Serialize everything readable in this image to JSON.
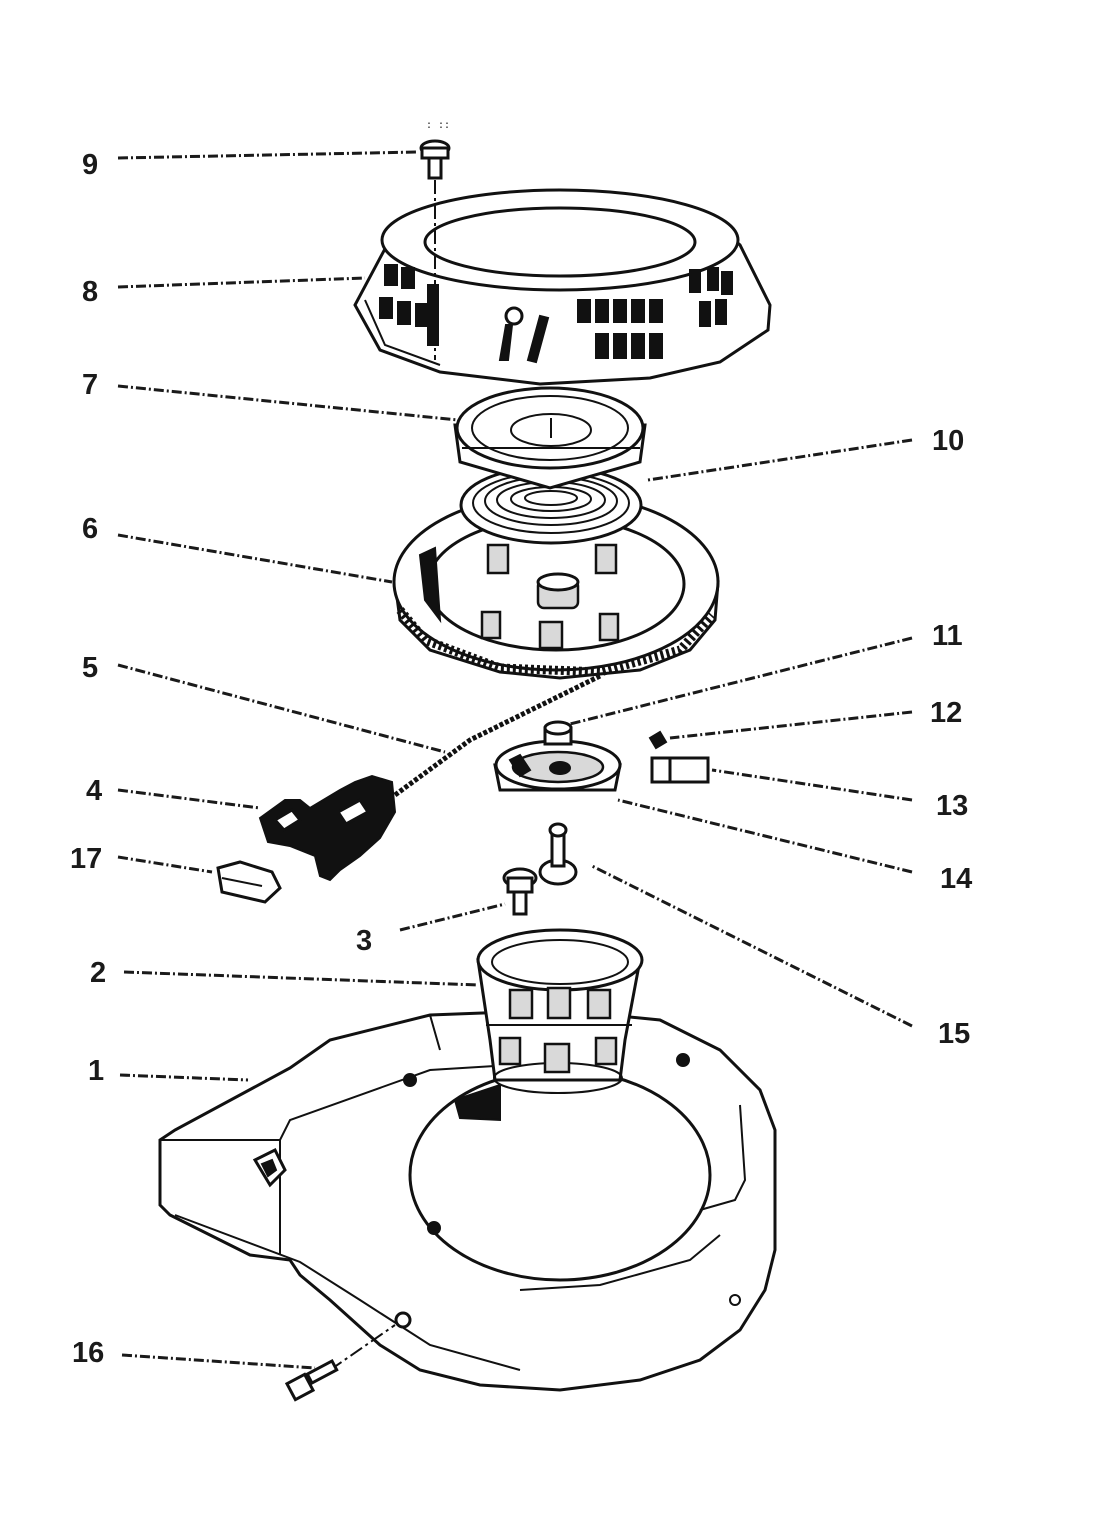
{
  "diagram": {
    "callouts": [
      {
        "id": "1",
        "text": "1"
      },
      {
        "id": "2",
        "text": "2"
      },
      {
        "id": "3",
        "text": "3"
      },
      {
        "id": "4",
        "text": "4"
      },
      {
        "id": "5",
        "text": "5"
      },
      {
        "id": "6",
        "text": "6"
      },
      {
        "id": "7",
        "text": "7"
      },
      {
        "id": "8",
        "text": "8"
      },
      {
        "id": "9",
        "text": "9"
      },
      {
        "id": "10",
        "text": "10"
      },
      {
        "id": "11",
        "text": "11"
      },
      {
        "id": "12",
        "text": "12"
      },
      {
        "id": "13",
        "text": "13"
      },
      {
        "id": "14",
        "text": "14"
      },
      {
        "id": "15",
        "text": "15"
      },
      {
        "id": "16",
        "text": "16"
      },
      {
        "id": "17",
        "text": "17"
      }
    ]
  }
}
